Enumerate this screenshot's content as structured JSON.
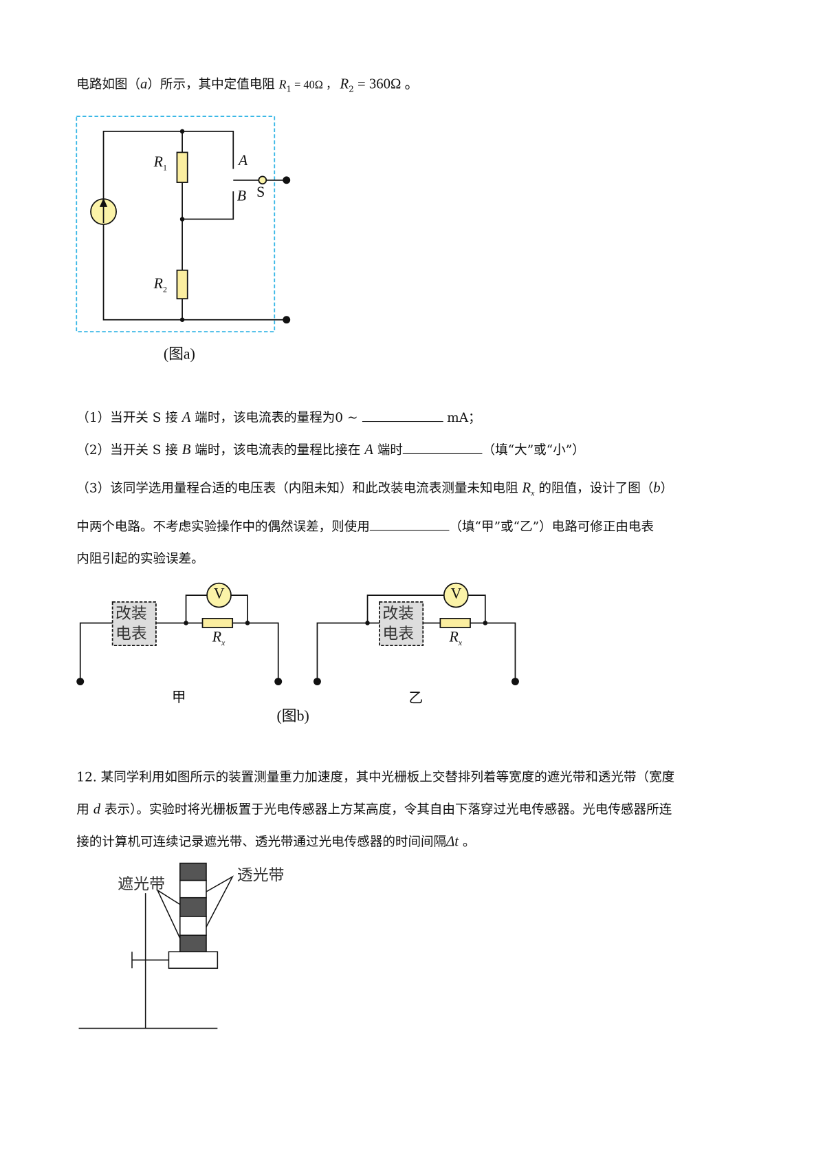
{
  "intro": {
    "t1": "电路如图（",
    "a": "a",
    "t2": "）所示，其中定值电阻 ",
    "R": "R",
    "s1": "1",
    "eq1": " = 40Ω ， ",
    "s2": "2",
    "eq2": " = 360Ω 。"
  },
  "fig_a": {
    "R1": "R",
    "R1_sub": "1",
    "R2": "R",
    "R2_sub": "2",
    "A": "A",
    "B": "B",
    "S": "S",
    "caption": "(图a)"
  },
  "q1": {
    "t1": "（1）当开关 S 接 ",
    "A": "A",
    "t2": " 端时，该电流表的量程为0 ~ ",
    "t3": " mA；"
  },
  "q2": {
    "t1": "（2）当开关 S 接 ",
    "B": "B",
    "t2": " 端时，该电流表的量程比接在 ",
    "A": "A",
    "t3": " 端时",
    "t4": "（填“大”或“小”）"
  },
  "q3": {
    "t1": "（3）该同学选用量程合适的电压表（内阻未知）和此改装电流表测量未知电阻 ",
    "R": "R",
    "sub": "x",
    "t2": " 的阻值，设计了图（",
    "b": "b",
    "t3": "）",
    "l2a": "中两个电路。不考虑实验操作中的偶然误差，则使用",
    "l2b": "（填“甲”或“乙”）电路可修正由电表",
    "l3": "内阻引起的实验误差。"
  },
  "fig_b": {
    "meter_line1": "改装",
    "meter_line2": "电表",
    "V": "V",
    "Rx": "R",
    "Rx_sub": "x",
    "jia": "甲",
    "yi": "乙",
    "caption": "(图b)"
  },
  "q12": {
    "l1": "12. 某同学利用如图所示的装置测量重力加速度，其中光栅板上交替排列着等宽度的遮光带和透光带（宽度",
    "l2a": "用 ",
    "d": "d",
    "l2b": " 表示）。实验时将光栅板置于光电传感器上方某高度，令其自由下落穿过光电传感器。光电传感器所连",
    "l3a": "接的计算机可连续记录遮光带、透光带通过光电传感器的时间间隔",
    "dt": "Δt",
    "l3b": " 。"
  },
  "fig_12": {
    "opaque": "遮光带",
    "clear": "透光带"
  }
}
